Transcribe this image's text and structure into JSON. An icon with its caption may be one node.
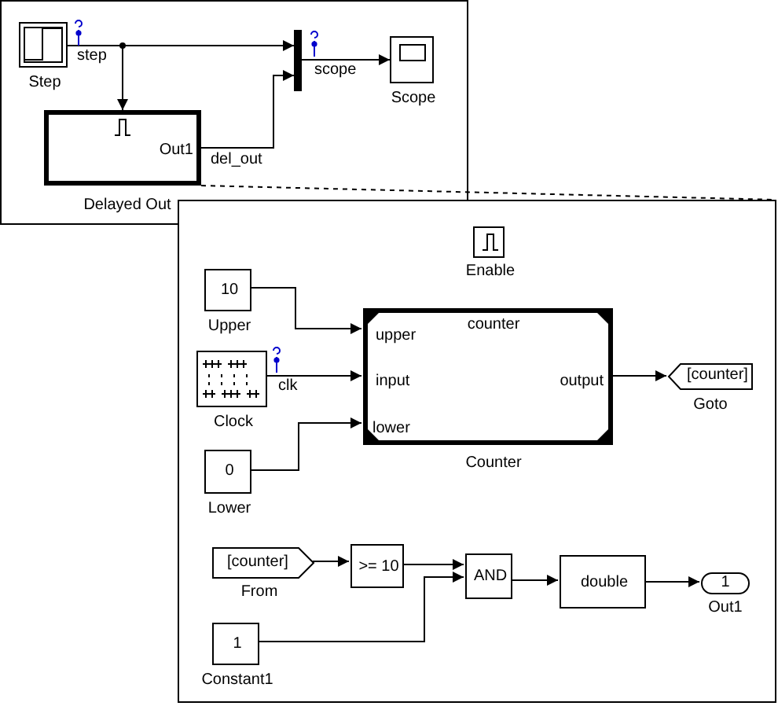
{
  "diagram": {
    "nodes": [
      {
        "text": [
          "Step"
        ]
      },
      {
        "text": [
          "Out1",
          "Delayed Out"
        ]
      },
      {
        "text": [],
        "shape": "bar"
      },
      {
        "text": [
          "Scope"
        ]
      },
      {
        "text": [],
        "shape": "box"
      },
      {
        "text": [
          "Enable"
        ],
        "in": 4
      },
      {
        "text": [
          "10",
          "Upper"
        ],
        "in": 4
      },
      {
        "text": [
          "Clock"
        ],
        "in": 4
      },
      {
        "text": [
          "counter",
          "upper",
          "input",
          "lower",
          "output",
          "Counter"
        ],
        "in": 4
      },
      {
        "text": [
          "[counter]",
          "Goto"
        ],
        "in": 4
      },
      {
        "text": [
          "0",
          "Lower"
        ],
        "in": 4
      },
      {
        "text": [
          "[counter]",
          "From"
        ],
        "in": 4
      },
      {
        "text": [
          ">= 10"
        ],
        "in": 4
      },
      {
        "text": [
          "AND"
        ],
        "in": 4
      },
      {
        "text": [
          "double"
        ],
        "in": 4
      },
      {
        "text": [
          "1",
          "Out1"
        ],
        "in": 4
      },
      {
        "text": [
          "1",
          "Constant1"
        ],
        "in": 4
      }
    ],
    "edges": [
      {
        "from": 0,
        "to": 2,
        "arrow": "to",
        "label": "step"
      },
      {
        "from": 0,
        "to": 1,
        "arrow": "to"
      },
      {
        "from": 1,
        "to": 2,
        "arrow": "to",
        "label": "del_out"
      },
      {
        "from": 2,
        "to": 3,
        "arrow": "to",
        "label": "scope"
      },
      {
        "from": 6,
        "to": 8,
        "arrow": "to"
      },
      {
        "from": 7,
        "to": 8,
        "arrow": "to",
        "label": "clk"
      },
      {
        "from": 10,
        "to": 8,
        "arrow": "to"
      },
      {
        "from": 8,
        "to": 9,
        "arrow": "to"
      },
      {
        "from": 11,
        "to": 12,
        "arrow": "to"
      },
      {
        "from": 12,
        "to": 13,
        "arrow": "to"
      },
      {
        "from": 16,
        "to": 13,
        "arrow": "to"
      },
      {
        "from": 13,
        "to": 14,
        "arrow": "to"
      },
      {
        "from": 14,
        "to": 15,
        "arrow": "to"
      },
      {
        "from": 1,
        "to": 4,
        "arrow": "none",
        "style": "dashed"
      }
    ]
  }
}
